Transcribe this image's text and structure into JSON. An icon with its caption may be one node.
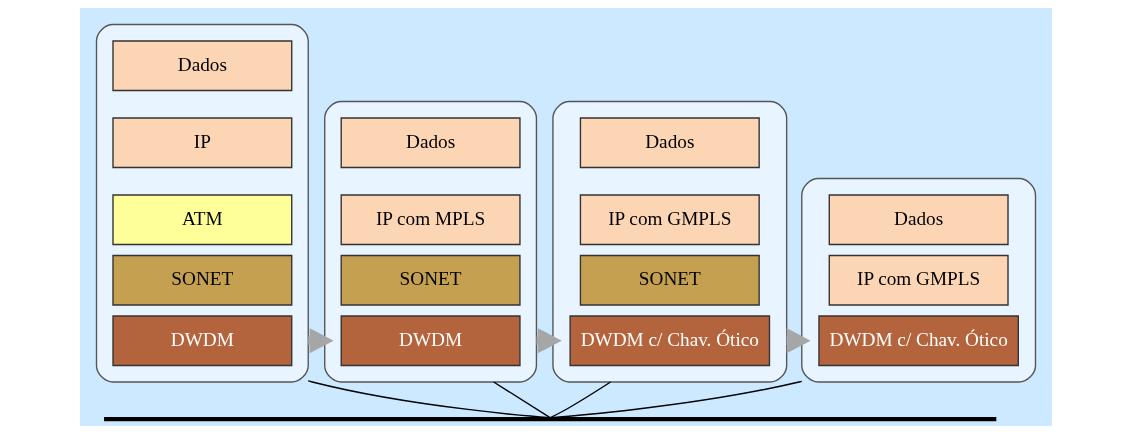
{
  "diagram": {
    "nodes": [
      {
        "text": [],
        "shape": "cylinder"
      },
      {
        "text": [
          "Dados"
        ],
        "in": 0
      },
      {
        "text": [
          "IP"
        ],
        "in": 0
      },
      {
        "text": [
          "ATM"
        ],
        "in": 0
      },
      {
        "text": [
          "SONET"
        ],
        "in": 0
      },
      {
        "text": [
          "DWDM"
        ],
        "in": 0
      },
      {
        "text": [],
        "shape": "cylinder"
      },
      {
        "text": [
          "Dados"
        ],
        "in": 6
      },
      {
        "text": [
          "IP com MPLS"
        ],
        "in": 6
      },
      {
        "text": [
          "SONET"
        ],
        "in": 6
      },
      {
        "text": [
          "DWDM"
        ],
        "in": 6
      },
      {
        "text": [],
        "shape": "cylinder"
      },
      {
        "text": [
          "Dados"
        ],
        "in": 11
      },
      {
        "text": [
          "IP com GMPLS"
        ],
        "in": 11
      },
      {
        "text": [
          "SONET"
        ],
        "in": 11
      },
      {
        "text": [
          "DWDM c/ Chav. Ótico"
        ],
        "in": 11
      },
      {
        "text": [],
        "shape": "cylinder"
      },
      {
        "text": [
          "Dados"
        ],
        "in": 16
      },
      {
        "text": [
          "IP com GMPLS"
        ],
        "in": 16
      },
      {
        "text": [
          "DWDM c/ Chav. Ótico"
        ],
        "in": 16
      },
      {
        "text": [],
        "shape": "bar"
      }
    ],
    "edges": [
      {
        "from": 0,
        "to": 6,
        "arrow": "to",
        "style": "thick",
        "color": "#a6a6a6"
      },
      {
        "from": 6,
        "to": 11,
        "arrow": "to",
        "style": "thick",
        "color": "#a6a6a6"
      },
      {
        "from": 11,
        "to": 16,
        "arrow": "to",
        "style": "thick",
        "color": "#a6a6a6"
      },
      {
        "from": 0,
        "to": 20,
        "arrow": "none"
      },
      {
        "from": 6,
        "to": 20,
        "arrow": "none"
      },
      {
        "from": 11,
        "to": 20,
        "arrow": "none"
      },
      {
        "from": 16,
        "to": 20,
        "arrow": "none"
      }
    ]
  }
}
